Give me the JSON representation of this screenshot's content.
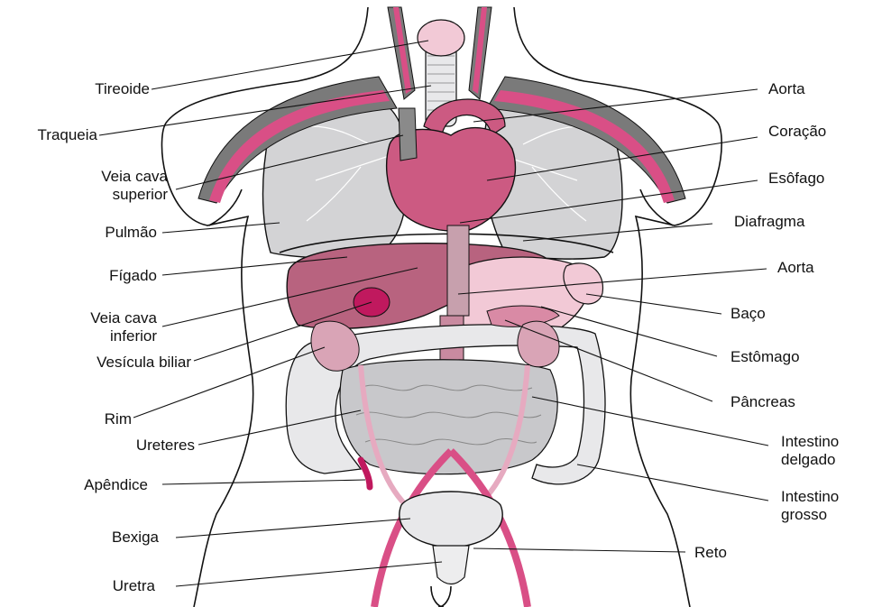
{
  "diagram": {
    "labels_left": [
      {
        "id": "tireoide",
        "text": "Tireoide"
      },
      {
        "id": "traqueia",
        "text": "Traqueia"
      },
      {
        "id": "veia-cava-superior",
        "text": "Veia cava\nsuperior"
      },
      {
        "id": "pulmao",
        "text": "Pulmão"
      },
      {
        "id": "figado",
        "text": "Fígado"
      },
      {
        "id": "veia-cava-inferior",
        "text": "Veia cava\ninferior"
      },
      {
        "id": "vesicula-biliar",
        "text": "Vesícula biliar"
      },
      {
        "id": "rim",
        "text": "Rim"
      },
      {
        "id": "ureteres",
        "text": "Ureteres"
      },
      {
        "id": "apendice",
        "text": "Apêndice"
      },
      {
        "id": "bexiga",
        "text": "Bexiga"
      },
      {
        "id": "uretra",
        "text": "Uretra"
      }
    ],
    "labels_right": [
      {
        "id": "aorta-top",
        "text": "Aorta"
      },
      {
        "id": "coracao",
        "text": "Coração"
      },
      {
        "id": "esofago",
        "text": "Esôfago"
      },
      {
        "id": "diafragma",
        "text": "Diafragma"
      },
      {
        "id": "aorta-abd",
        "text": "Aorta"
      },
      {
        "id": "baco",
        "text": "Baço"
      },
      {
        "id": "estomago",
        "text": "Estômago"
      },
      {
        "id": "pancreas",
        "text": "Pâncreas"
      },
      {
        "id": "intestino-delgado",
        "text": "Intestino\ndelgado"
      },
      {
        "id": "intestino-grosso",
        "text": "Intestino\ngrosso"
      },
      {
        "id": "reto",
        "text": "Reto"
      }
    ],
    "colors": {
      "line": "#111111",
      "vessel_pink": "#d94f86",
      "vessel_gray": "#7a7a7a",
      "organ_gray": "#d3d3d5",
      "organ_light": "#e8e8ea",
      "liver": "#b8637f",
      "heart": "#cc5a82",
      "pink_light": "#f2c9d6",
      "gallbladder": "#c0195e"
    }
  }
}
